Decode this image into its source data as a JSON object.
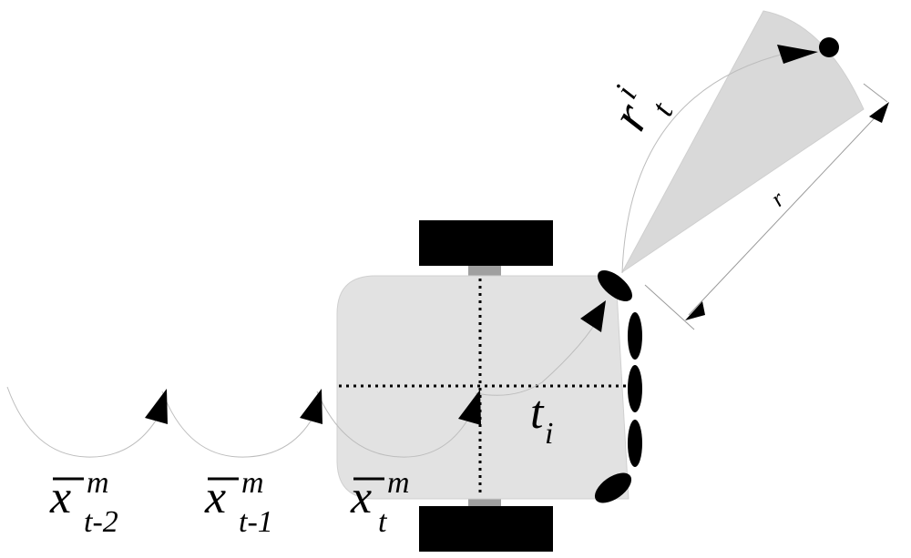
{
  "colors": {
    "background": "#ffffff",
    "robot_body": "#e2e2e2",
    "sensor_cone": "#d9d9d9",
    "axle": "#a0a0a0",
    "ink": "#000000",
    "arc": "#bdbdbd",
    "dimension": "#9a9a9a"
  },
  "labels": {
    "x_bar_t_minus_2": {
      "base": "x",
      "sup": "m",
      "sub": "t-2"
    },
    "x_bar_t_minus_1": {
      "base": "x",
      "sup": "m",
      "sub": "t-1"
    },
    "x_bar_t": {
      "base": "x",
      "sup": "m",
      "sub": "t"
    },
    "t_i": {
      "base": "t",
      "sub": "i"
    },
    "r_t_i": {
      "base": "r",
      "sup": "i",
      "sub": "t"
    },
    "range": "r"
  },
  "icons": [
    "arrowhead-icon",
    "wheel-icon",
    "sonar-sensor-icon",
    "landmark-point-icon"
  ]
}
